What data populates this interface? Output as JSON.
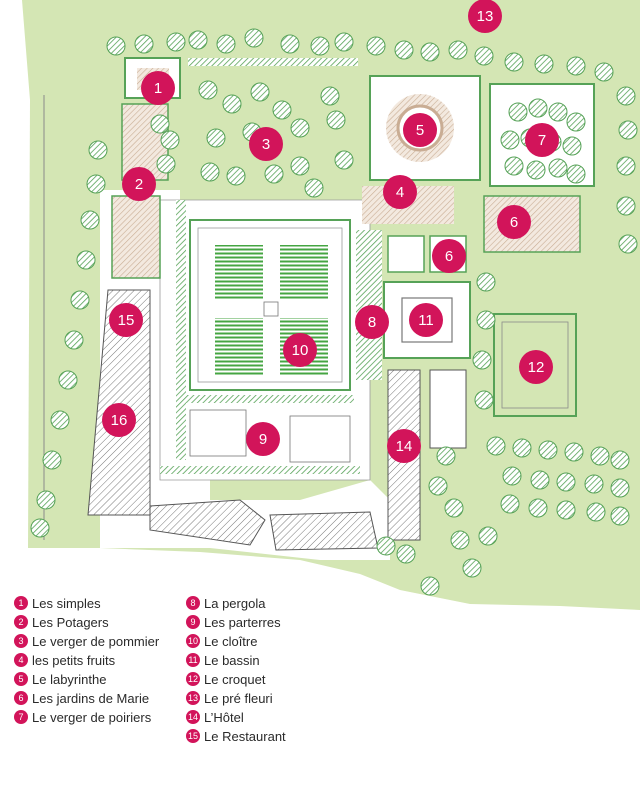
{
  "colors": {
    "marker": "#d2145a",
    "lawn": "#d4e6b4",
    "tree": "#56a257",
    "building": "#ffffff",
    "path": "#ffffff",
    "bed": "#c9ad94",
    "vegetable": "#45a542"
  },
  "markers": [
    {
      "number": "1"
    },
    {
      "number": "2"
    },
    {
      "number": "3"
    },
    {
      "number": "4"
    },
    {
      "number": "5"
    },
    {
      "number": "6"
    },
    {
      "number": "6"
    },
    {
      "number": "7"
    },
    {
      "number": "8"
    },
    {
      "number": "9"
    },
    {
      "number": "10"
    },
    {
      "number": "11"
    },
    {
      "number": "12"
    },
    {
      "number": "13"
    },
    {
      "number": "14"
    },
    {
      "number": "15"
    },
    {
      "number": "16"
    }
  ],
  "legend": [
    {
      "number": "1",
      "label": "Les simples"
    },
    {
      "number": "2",
      "label": "Les Potagers"
    },
    {
      "number": "3",
      "label": "Le verger de pommier"
    },
    {
      "number": "4",
      "label": "les petits fruits"
    },
    {
      "number": "5",
      "label": "Le labyrinthe"
    },
    {
      "number": "6",
      "label": "Les jardins de Marie"
    },
    {
      "number": "7",
      "label": "Le verger de poiriers"
    },
    {
      "number": "8",
      "label": "La pergola"
    },
    {
      "number": "9",
      "label": "Les parterres"
    },
    {
      "number": "10",
      "label": "Le cloître"
    },
    {
      "number": "11",
      "label": "Le bassin"
    },
    {
      "number": "12",
      "label": "Le croquet"
    },
    {
      "number": "13",
      "label": "Le pré fleuri"
    },
    {
      "number": "14",
      "label": "L’Hôtel"
    },
    {
      "number": "15",
      "label": "Le Restaurant"
    }
  ]
}
